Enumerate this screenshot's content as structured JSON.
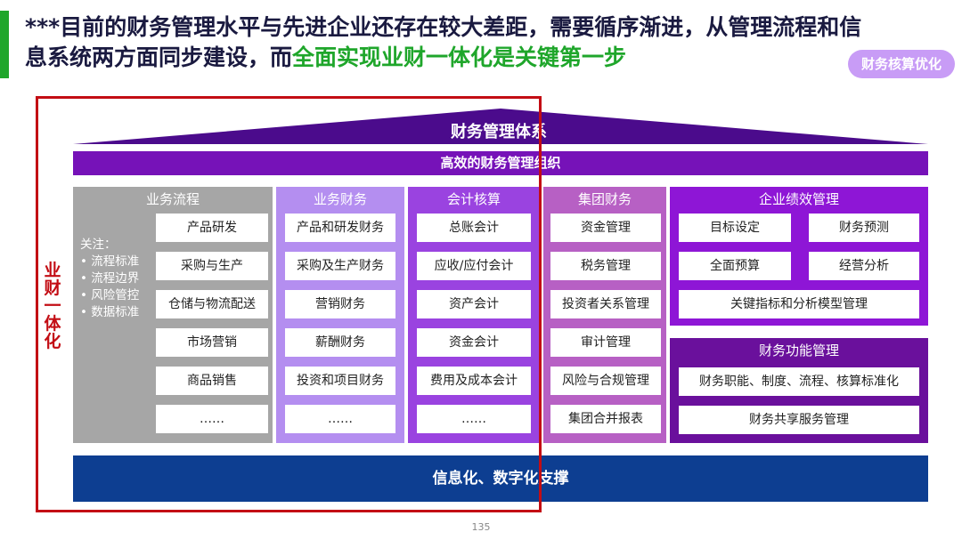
{
  "headline": {
    "part1": "***目前的财务管理水平与先进企业还存在较大差距，需要循序渐进，从管理流程和信息系统两方面同步建设，而",
    "highlight": "全面实现业财一体化是关键第一步"
  },
  "tag": "财务核算优化",
  "roof_title": "财务管理体系",
  "org_bar": "高效的财务管理组织",
  "columns": {
    "business_process": {
      "title": "业务流程",
      "note_title": "关注：",
      "notes": [
        "• 流程标准",
        "• 流程边界",
        "• 风险管控",
        "• 数据标准"
      ],
      "items": [
        "产品研发",
        "采购与生产",
        "仓储与物流配送",
        "市场营销",
        "商品销售",
        "……"
      ]
    },
    "business_finance": {
      "title": "业务财务",
      "items": [
        "产品和研发财务",
        "采购及生产财务",
        "营销财务",
        "薪酬财务",
        "投资和项目财务",
        "……"
      ]
    },
    "accounting": {
      "title": "会计核算",
      "items": [
        "总账会计",
        "应收/应付会计",
        "资产会计",
        "资金会计",
        "费用及成本会计",
        "……"
      ]
    },
    "group_finance": {
      "title": "集团财务",
      "items": [
        "资金管理",
        "税务管理",
        "投资者关系管理",
        "审计管理",
        "风险与合规管理",
        "集团合并报表"
      ]
    },
    "performance": {
      "title": "企业绩效管理",
      "items": [
        "目标设定",
        "财务预测",
        "全面预算",
        "经营分析",
        "关键指标和分析模型管理"
      ]
    },
    "function_mgmt": {
      "title": "财务功能管理",
      "items": [
        "财务职能、制度、流程、核算标准化",
        "财务共享服务管理"
      ]
    }
  },
  "info_bar": "信息化、数字化支撑",
  "highlight_label": "业财一体化",
  "page_number": "135",
  "colors": {
    "green": "#1fa62b",
    "purple_dark": "#7612b8",
    "navy": "#0d3e91",
    "red": "#c30d14",
    "gray": "#a6a6a6"
  }
}
